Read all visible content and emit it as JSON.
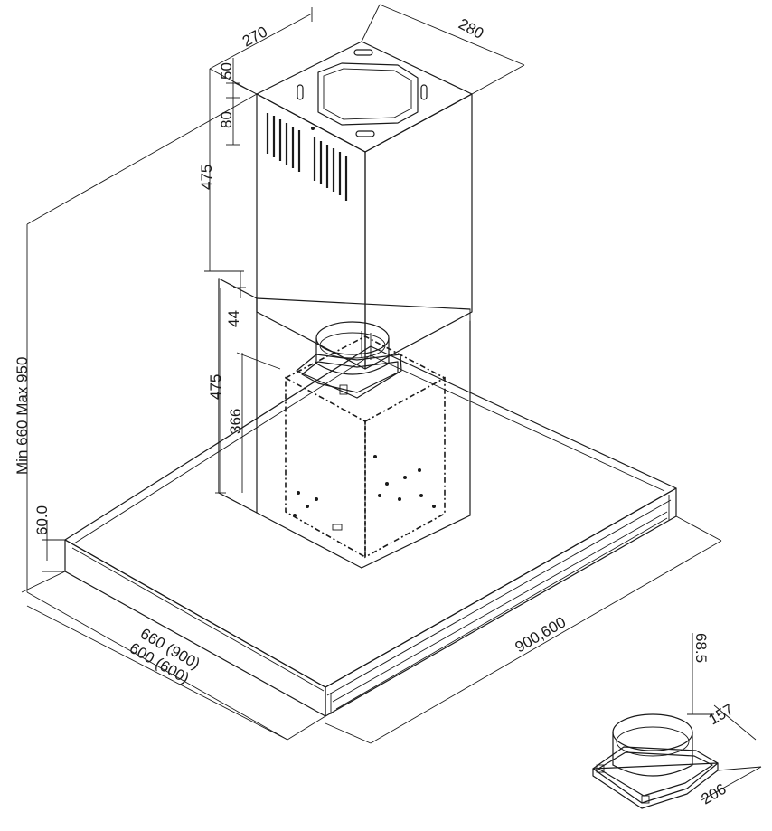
{
  "dimensions": {
    "chimney_width": "270",
    "chimney_depth": "280",
    "top_offset": "50",
    "vent_offset": "80",
    "upper_chimney_height": "475",
    "gap": "44",
    "lower_chimney_height": "475",
    "motor_height": "366",
    "total_height": "Min 660 Max 950",
    "canopy_height": "60.0",
    "depth_outer": "660 (900)",
    "depth_inner": "600 (600)",
    "width": "900,600",
    "collar_height": "68.5",
    "collar_diameter": "157",
    "collar_base": "206"
  }
}
